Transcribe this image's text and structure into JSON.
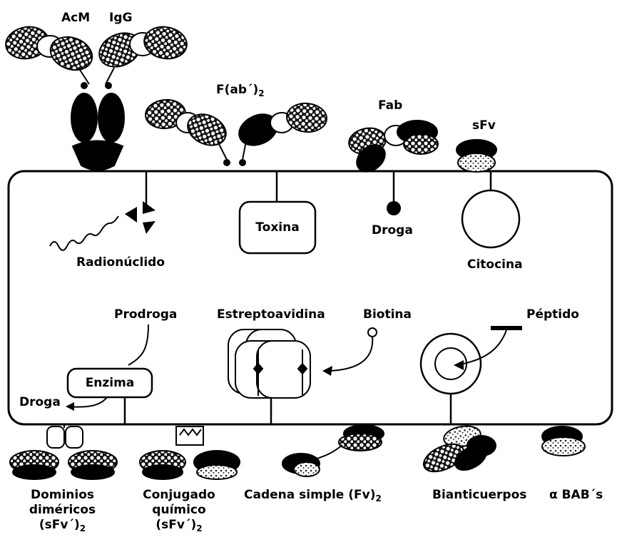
{
  "labels": {
    "acm": "AcM",
    "igg": "IgG",
    "fab2_main": "F(ab´)",
    "fab2_sub": "2",
    "fab": "Fab",
    "sfv": "sFv",
    "toxina": "Toxina",
    "droga_top": "Droga",
    "radionuclido": "Radionúclido",
    "citocina": "Citocina",
    "prodroga": "Prodroga",
    "estreptoavidina": "Estreptoavidina",
    "biotina": "Biotina",
    "peptido": "Péptido",
    "enzima": "Enzima",
    "droga_bottom": "Droga",
    "dominios_line1": "Dominios",
    "dominios_line2": "diméricos",
    "dominios_line3": "(sFv´)",
    "dominios_sub": "2",
    "conjugado_line1": "Conjugado",
    "conjugado_line2": "químico",
    "conjugado_line3": "(sFv´)",
    "conjugado_sub": "2",
    "cadena": "Cadena simple (Fv)",
    "cadena_sub": "2",
    "bianticuerpos": "Bianticuerpos",
    "bab": "α BAB´s"
  }
}
